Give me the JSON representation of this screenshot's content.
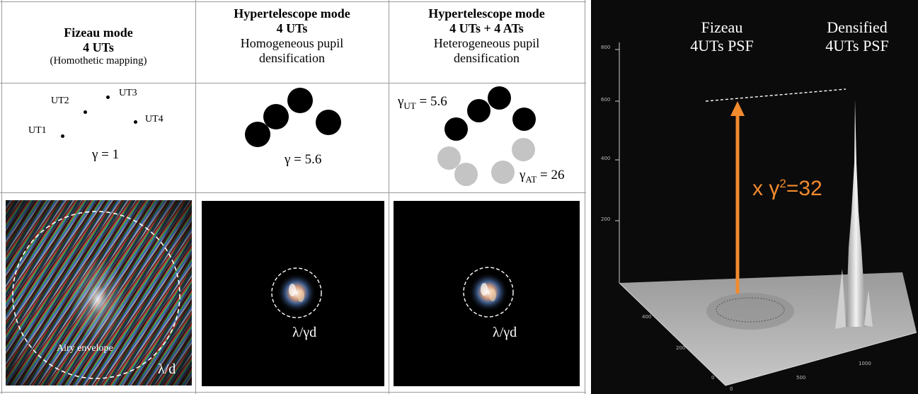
{
  "columns": [
    {
      "title": "Fizeau mode",
      "subtitle": "4 UTs",
      "note": "(Homothetic mapping)"
    },
    {
      "title": "Hypertelescope mode",
      "subtitle": "4 UTs",
      "line1": "Homogeneous pupil",
      "line2": "densification"
    },
    {
      "title": "Hypertelescope mode",
      "subtitle": "4 UTs + 4 ATs",
      "line1": "Heterogeneous pupil",
      "line2": "densification"
    }
  ],
  "pupils": {
    "ut_labels": [
      "UT1",
      "UT2",
      "UT3",
      "UT4"
    ],
    "gamma_fizeau": "γ = 1",
    "gamma_homog": "γ = 5.6",
    "gamma_ut_sym": "γ",
    "gamma_ut_sub": "UT",
    "gamma_ut_val": " = 5.6",
    "gamma_at_sym": "γ",
    "gamma_at_sub": "AT",
    "gamma_at_val": " = 26"
  },
  "psf_images": {
    "airy_label": "Airy envelope",
    "fizeau_scale": "λ/d",
    "homog_scale": "λ/γd",
    "heterog_scale": "λ/γd"
  },
  "plot_3d": {
    "label_left_1": "Fizeau",
    "label_left_2": "4UTs PSF",
    "label_right_1": "Densified",
    "label_right_2": "4UTs PSF",
    "gain_prefix": "x γ",
    "gain_exp": "2",
    "gain_suffix": "=32",
    "axis_z_ticks": [
      "800",
      "600",
      "400",
      "200"
    ],
    "axis_x_ticks": [
      "1000",
      "500",
      "0"
    ],
    "axis_y_ticks": [
      "0",
      "200",
      "400"
    ],
    "colors": {
      "background": "#0b0b0b",
      "arrow": "#f28a2e",
      "surface": "#bdbdbd"
    }
  }
}
